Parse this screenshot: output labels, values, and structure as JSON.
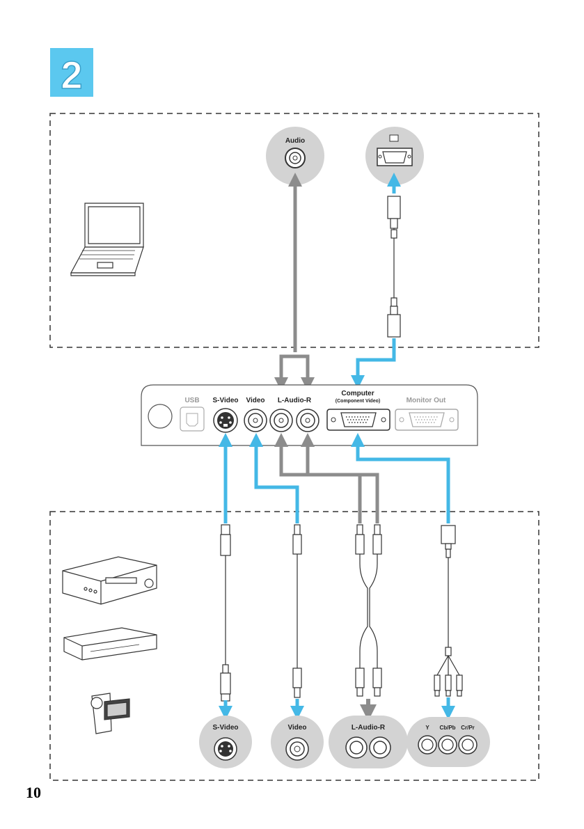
{
  "step": {
    "number": "2",
    "badge_color": "#5BC8EF"
  },
  "colors": {
    "computer_line": "#44B8E6",
    "audio_line": "#8C8C8C",
    "port_circle": "#D3D3D3"
  },
  "computer_section": {
    "audio_port_label": "Audio",
    "monitor_port_icon": "monitor-icon"
  },
  "projector_panel": {
    "ports": {
      "usb": "USB",
      "svideo": "S-Video",
      "video": "Video",
      "audio": "L-Audio-R",
      "computer": "Computer",
      "computer_sub": "(Component Video)",
      "monitor_out": "Monitor Out"
    }
  },
  "video_devices": {
    "ports": {
      "svideo": "S-Video",
      "video": "Video",
      "audio": "L-Audio-R",
      "y": "Y",
      "cb": "Cb/Pb",
      "cr": "Cr/Pr"
    }
  },
  "page": {
    "number": "10"
  }
}
